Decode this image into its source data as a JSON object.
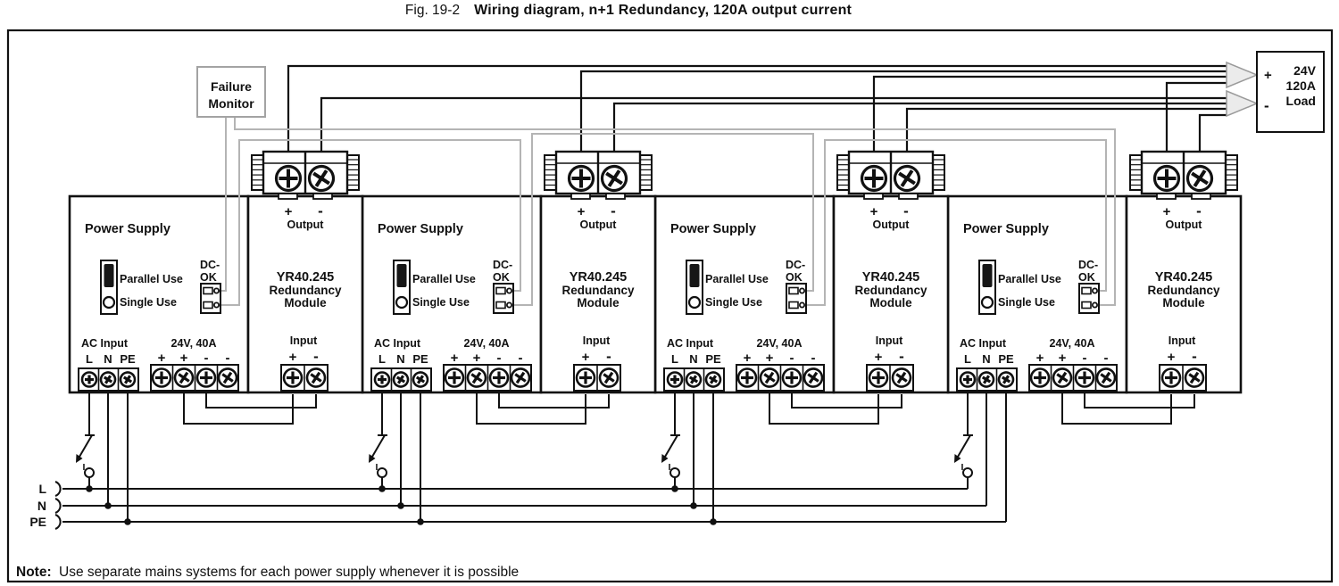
{
  "title": {
    "fig": "Fig. 19-2",
    "caption": "Wiring diagram, n+1 Redundancy, 120A output current"
  },
  "note": {
    "label": "Note:",
    "text": "Use separate mains systems for each power supply whenever it is possible"
  },
  "failure_monitor": {
    "line1": "Failure",
    "line2": "Monitor"
  },
  "load": {
    "plus": "+",
    "minus": "-",
    "line1": "24V",
    "line2": "120A",
    "line3": "Load"
  },
  "mains": {
    "l": "L",
    "n": "N",
    "pe": "PE"
  },
  "power_supply": {
    "title": "Power Supply",
    "parallel": "Parallel Use",
    "single": "Single Use",
    "dc_ok_line1": "DC-",
    "dc_ok_line2": "OK",
    "ac_input": "AC Input",
    "ac_terminals": [
      "L",
      "N",
      "PE"
    ],
    "output_rating": "24V, 40A",
    "output_terminals": [
      "+",
      "+",
      "-",
      "-"
    ],
    "breaker_label": "I"
  },
  "redundancy_module": {
    "output_plus": "+",
    "output_minus": "-",
    "output_label": "Output",
    "model": "YR40.245",
    "line2": "Redundancy",
    "line3": "Module",
    "input_label": "Input",
    "input_plus": "+",
    "input_minus": "-"
  },
  "layout_counts": {
    "power_supplies": 4,
    "redundancy_modules": 4
  },
  "colors": {
    "wire_black": "#111111",
    "wire_gray": "#b4b4b4",
    "monitor_gray": "#9c9c9c",
    "arrow_fill": "#ebebeb",
    "arrow_stroke": "#9a9a9a"
  }
}
